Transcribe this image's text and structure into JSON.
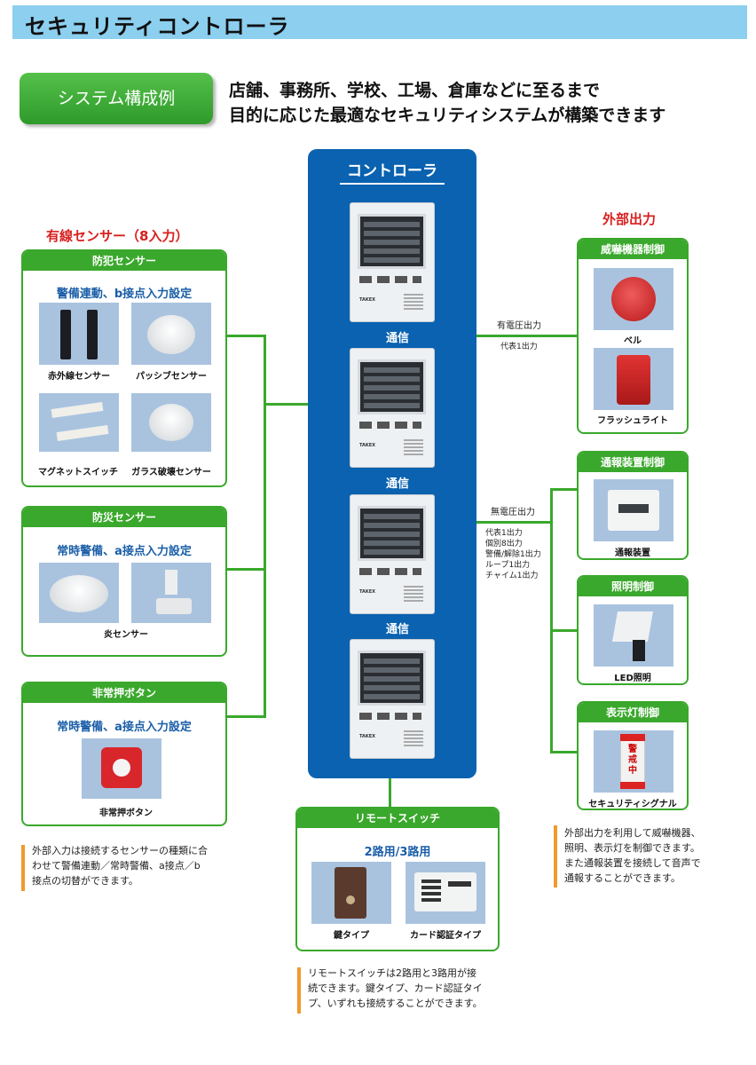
{
  "header": {
    "title": "セキュリティコントローラ"
  },
  "badge": {
    "label": "システム構成例"
  },
  "intro": {
    "line1": "店舗、事務所、学校、工場、倉庫などに至るまで",
    "line2": "目的に応じた最適なセキュリティシステムが構築できます"
  },
  "controller": {
    "title": "コントローラ",
    "comm_label": "通信",
    "unit_brand": "TAKEX",
    "unit_count": 4
  },
  "wired": {
    "title": "有線センサー（8入力）",
    "crime": {
      "header": "防犯センサー",
      "subtitle": "警備連動、b接点入力設定",
      "items": [
        "赤外線センサー",
        "パッシブセンサー",
        "マグネットスイッチ",
        "ガラス破壊センサー"
      ]
    },
    "fire": {
      "header": "防災センサー",
      "subtitle": "常時警備、a接点入力設定",
      "item": "炎センサー"
    },
    "emergency": {
      "header": "非常押ボタン",
      "subtitle": "常時警備、a接点入力設定",
      "item": "非常押ボタン"
    },
    "note": [
      "外部入力は接続するセンサーの種類に合",
      "わせて警備連動／常時警備、a接点／b",
      "接点の切替ができます。"
    ]
  },
  "external": {
    "title": "外部出力",
    "voltage_out": {
      "label": "有電圧出力",
      "sub": "代表1出力"
    },
    "dry_out": {
      "label": "無電圧出力",
      "lines": [
        "代表1出力",
        "個別8出力",
        "警備/解除1出力",
        "ループ1出力",
        "チャイム1出力"
      ]
    },
    "threat": {
      "header": "威嚇機器制御",
      "items": [
        "ベル",
        "フラッシュライト"
      ]
    },
    "report": {
      "header": "通報装置制御",
      "item": "通報装置"
    },
    "light": {
      "header": "照明制御",
      "item": "LED照明"
    },
    "indicator": {
      "header": "表示灯制御",
      "item": "セキュリティシグナル",
      "sign_text": "警戒中"
    },
    "note": [
      "外部出力を利用して威嚇機器、",
      "照明、表示灯を制御できます。",
      "また通報装置を接続して音声で",
      "通報することができます。"
    ]
  },
  "remote": {
    "header": "リモートスイッチ",
    "subtitle": "2路用/3路用",
    "items": [
      "鍵タイプ",
      "カード認証タイプ"
    ],
    "note": [
      "リモートスイッチは2路用と3路用が接",
      "続できます。鍵タイプ、カード認証タイ",
      "プ、いずれも接続することができます。"
    ]
  },
  "colors": {
    "accent_green": "#3aa82c",
    "panel_blue": "#0a62b0",
    "header_blue": "#8ccfef",
    "title_red": "#d8201f",
    "note_orange": "#f19a2c"
  }
}
